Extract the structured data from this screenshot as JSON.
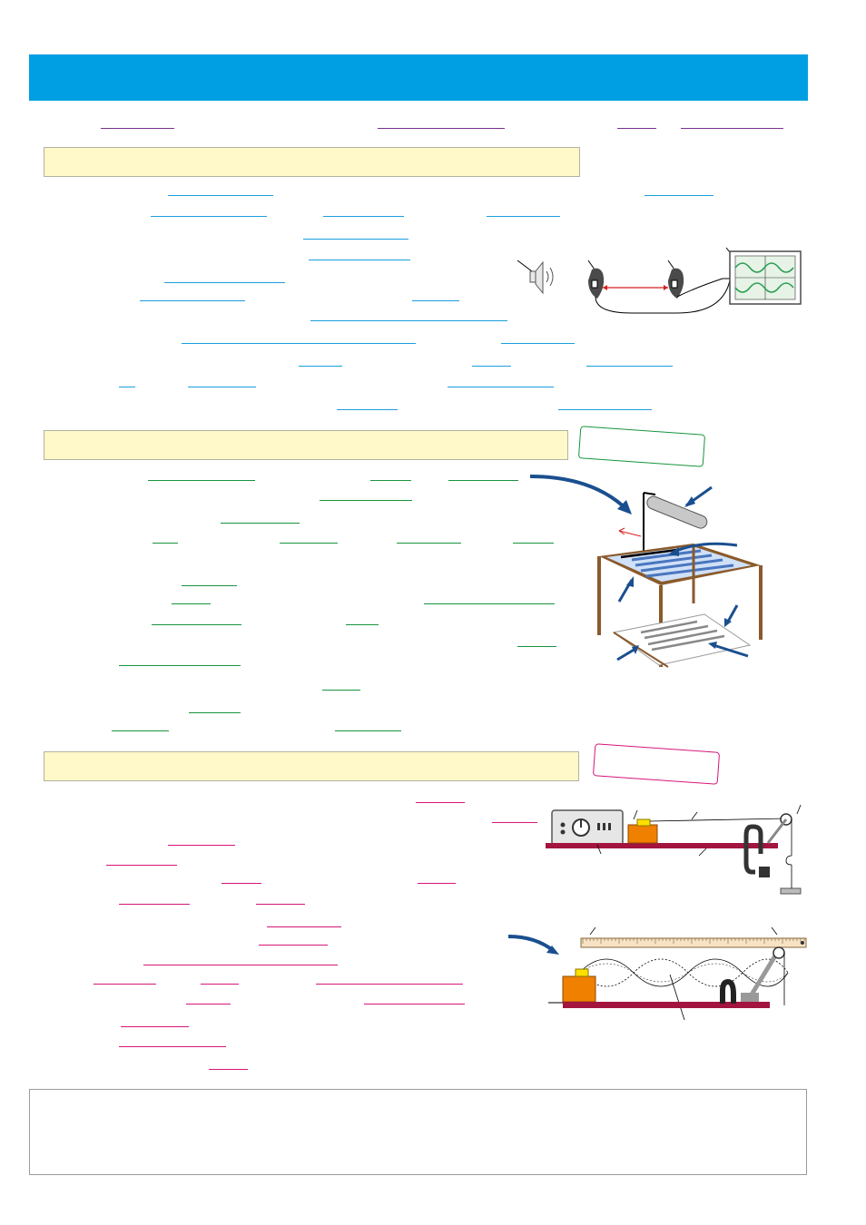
{
  "page": {
    "banner_color": "#009fe3",
    "section_fill": "#fff8c8",
    "blank_colors": {
      "intro": "#7b2f8c",
      "section1": "#1a9fdd",
      "section2": "#17943c",
      "section3": "#d7157a"
    }
  },
  "sections": [
    {
      "id": "sound-waves",
      "diagram": "microphones-speaker-oscilloscope"
    },
    {
      "id": "water-waves",
      "diagram": "ripple-tank"
    },
    {
      "id": "waves-on-string",
      "diagram": "vibration-generator-string-pulley"
    }
  ],
  "icons": [
    "speaker-icon",
    "microphone-icon",
    "oscilloscope-icon",
    "lamp-icon",
    "vibration-generator-icon",
    "pulley-icon",
    "clamp-icon",
    "signal-generator-icon",
    "metre-rule-icon"
  ]
}
